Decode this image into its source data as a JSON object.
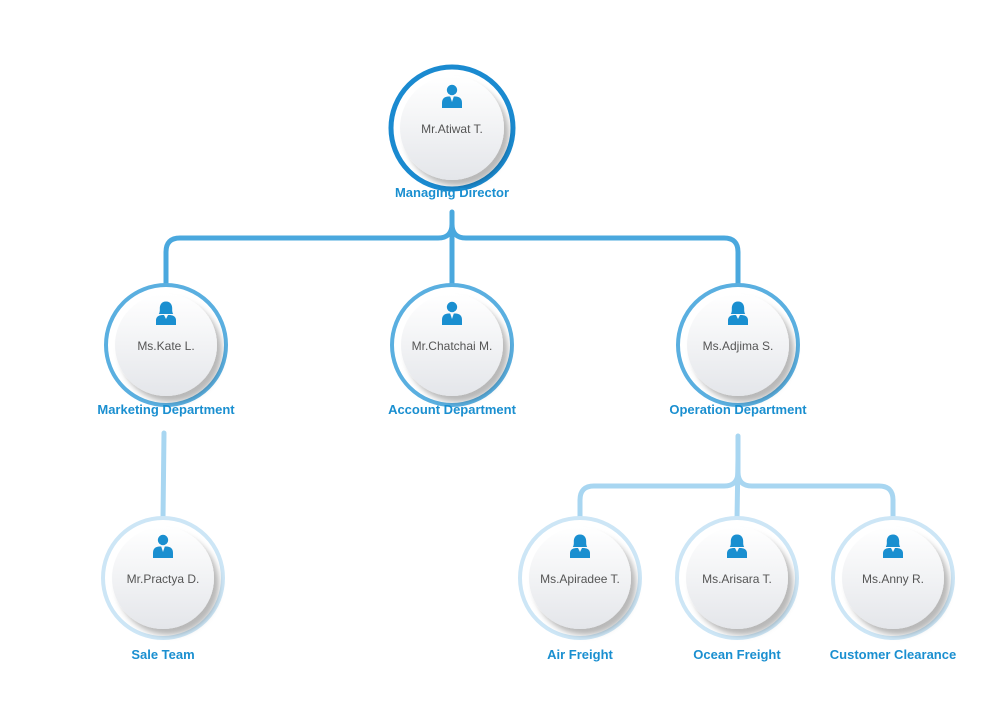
{
  "colors": {
    "title": "#1a8fd0",
    "name": "#555555",
    "icon": "#1a8fd0",
    "ring_level1": "#1a8ad0",
    "ring_level2": "#5aafe0",
    "ring_level3": "#cde6f6",
    "connector_level1": "#4aa8de",
    "connector_level2": "#a8d6f1"
  },
  "nodes": [
    {
      "id": "director",
      "level": 1,
      "name": "Mr.Atiwat T.",
      "title": "Managing Director",
      "icon": "male-person-icon"
    },
    {
      "id": "marketing",
      "level": 2,
      "name": "Ms.Kate L.",
      "title": "Marketing Department",
      "icon": "female-person-icon"
    },
    {
      "id": "account",
      "level": 2,
      "name": "Mr.Chatchai M.",
      "title": "Account Department",
      "icon": "male-person-icon"
    },
    {
      "id": "operation",
      "level": 2,
      "name": "Ms.Adjima S.",
      "title": "Operation Department",
      "icon": "female-person-icon"
    },
    {
      "id": "sale",
      "level": 3,
      "name": "Mr.Practya D.",
      "title": "Sale Team",
      "icon": "male-person-icon"
    },
    {
      "id": "air",
      "level": 3,
      "name": "Ms.Apiradee T.",
      "title": "Air Freight",
      "icon": "female-person-icon"
    },
    {
      "id": "ocean",
      "level": 3,
      "name": "Ms.Arisara T.",
      "title": "Ocean Freight",
      "icon": "female-person-icon"
    },
    {
      "id": "customs",
      "level": 3,
      "name": "Ms.Anny R.",
      "title": "Customer Clearance",
      "icon": "female-person-icon"
    }
  ],
  "edges": [
    {
      "from": "director",
      "to": "marketing"
    },
    {
      "from": "director",
      "to": "account"
    },
    {
      "from": "director",
      "to": "operation"
    },
    {
      "from": "marketing",
      "to": "sale"
    },
    {
      "from": "operation",
      "to": "air"
    },
    {
      "from": "operation",
      "to": "ocean"
    },
    {
      "from": "operation",
      "to": "customs"
    }
  ]
}
